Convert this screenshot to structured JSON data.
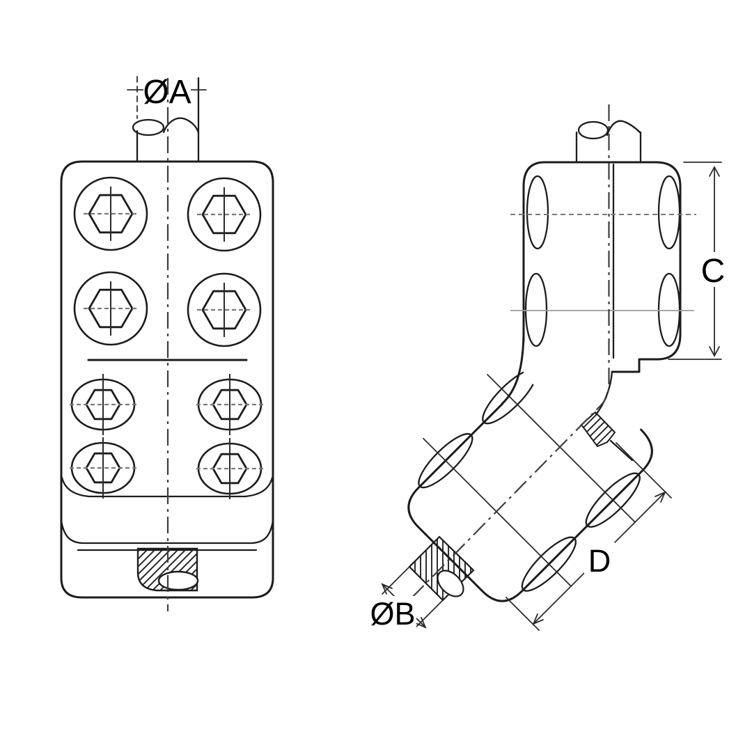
{
  "drawing": {
    "background_color": "#ffffff",
    "line_color": "#1c1c1c",
    "centerline_color": "#3d3d3d",
    "hatch_style": "diagonal-and-vertical-section-hatching",
    "dimension_labels": {
      "a": "ØA",
      "b": "ØB",
      "c": "C",
      "d": "D"
    },
    "views": {
      "front": {
        "large_bolts": 4,
        "small_bolts": 4
      },
      "side": {
        "bend_angle_deg": 45
      }
    }
  }
}
